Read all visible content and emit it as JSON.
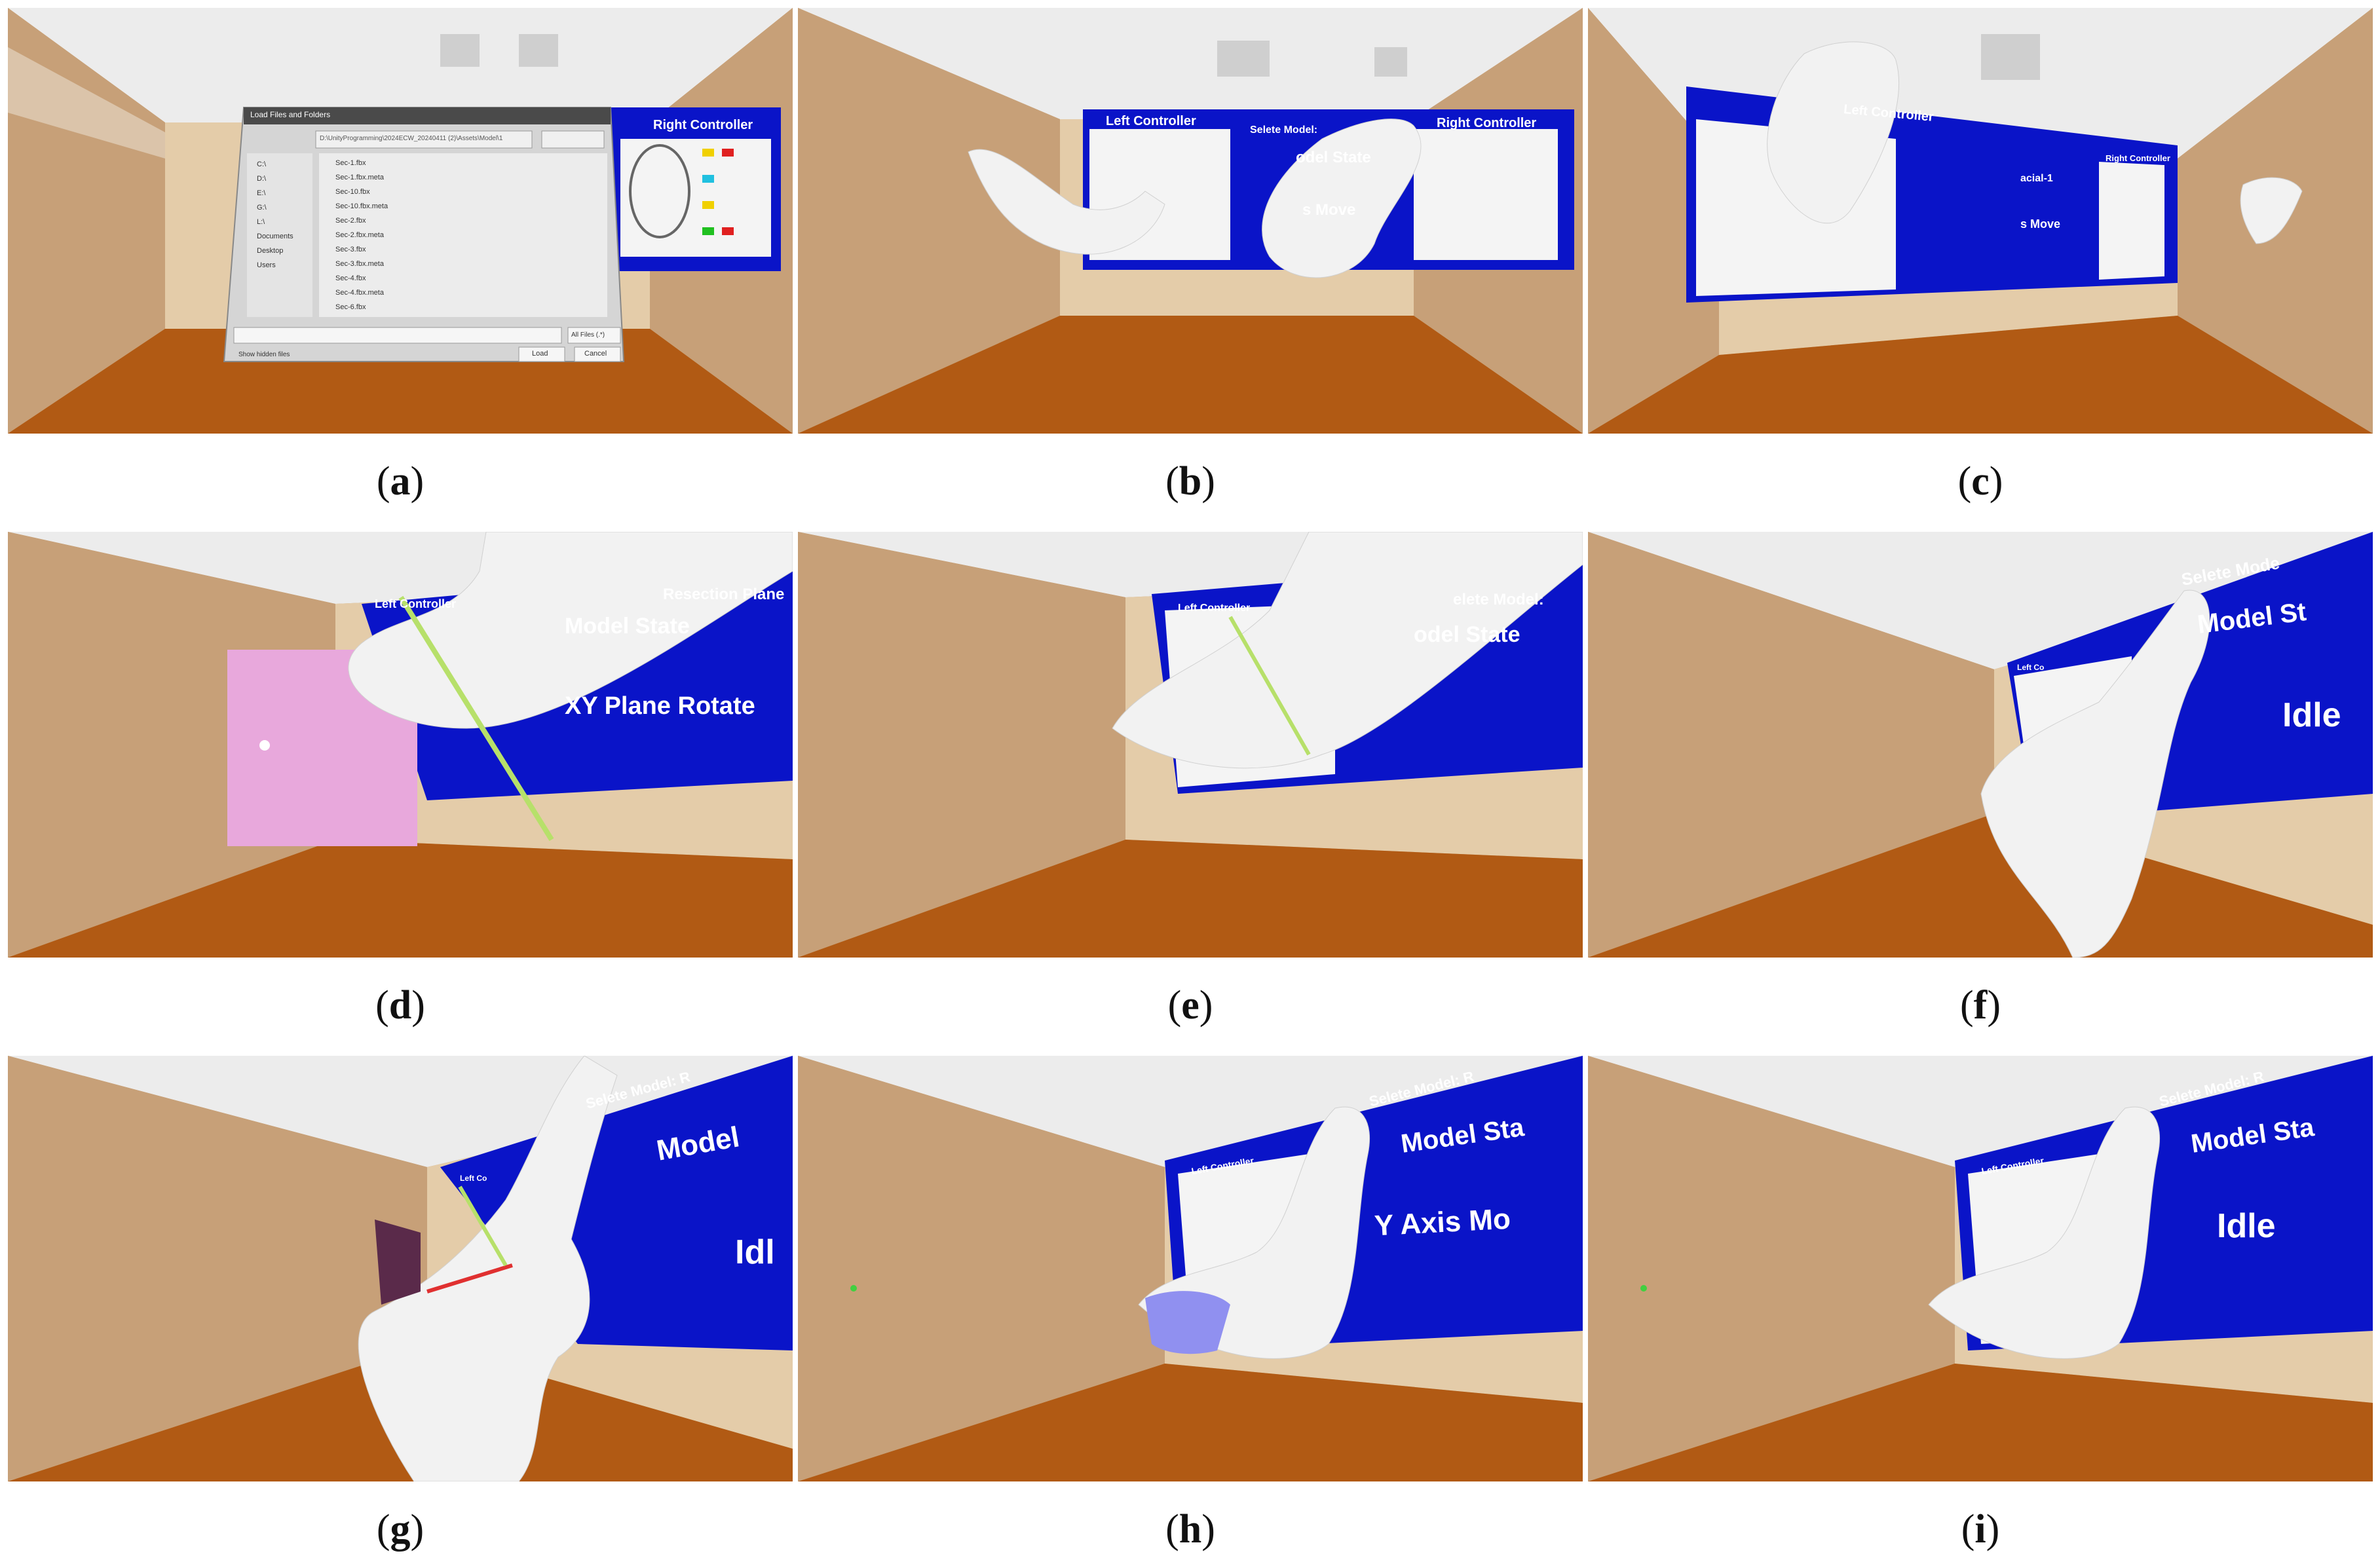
{
  "colors": {
    "ceiling": "#ececec",
    "wall_light": "#d9c2a6",
    "wall_dark": "#a9835c",
    "floor": "#b15a14",
    "board_blue": "#0a14c8",
    "bone": "#f2f2f2",
    "resection_pink": "#e8a8dc",
    "resection_dark": "#5a2a4a",
    "cut_blue": "#9090f0"
  },
  "captions": {
    "a": "a",
    "b": "b",
    "c": "c",
    "d": "d",
    "e": "e",
    "f": "f",
    "g": "g",
    "h": "h",
    "i": "i"
  },
  "panel_a": {
    "dialog_title": "Load Files and Folders",
    "path": "D:\\UnityProgramming\\2024ECW_20240411 (2)\\Assets\\Model\\1",
    "drives": [
      "C:\\",
      "D:\\",
      "E:\\",
      "G:\\",
      "L:\\",
      "Documents",
      "Desktop",
      "Users"
    ],
    "files": [
      "Sec-1.fbx",
      "Sec-1.fbx.meta",
      "Sec-10.fbx",
      "Sec-10.fbx.meta",
      "Sec-2.fbx",
      "Sec-2.fbx.meta",
      "Sec-3.fbx",
      "Sec-3.fbx.meta",
      "Sec-4.fbx",
      "Sec-4.fbx.meta",
      "Sec-6.fbx"
    ],
    "filter": "All Files (.*)",
    "show_hidden": "Show hidden files",
    "load": "Load",
    "cancel": "Cancel",
    "right_board_title": "Right Controller"
  },
  "panel_b": {
    "left_board_title": "Left Controller",
    "mid_line1": "Selete Model:",
    "mid_line2": "odel State",
    "mid_line3": "s Move",
    "right_board_title": "Right Controller"
  },
  "panel_c": {
    "left_board_title": "Left Controller",
    "mid_line1": "acial-1",
    "mid_line3": "s Move",
    "right_board_title": "Right Controller"
  },
  "panel_d": {
    "line1": "Resection Plane",
    "line2": "Model State",
    "line3": "XY Plane Rotate",
    "left_board_title": "Left Controller"
  },
  "panel_e": {
    "line1": "elete Model:",
    "line2": "odel State",
    "left_board_title": "Left Controller"
  },
  "panel_f": {
    "line1": "Selete Mode",
    "line2": "Model St",
    "line3": "Idle",
    "left_board_title": "Left Co"
  },
  "panel_g": {
    "line1": "Selete Model: R",
    "line2": "Model",
    "line3": "Idl",
    "left_board_title": "Left Co"
  },
  "panel_h": {
    "line1": "Selete Model: R",
    "line2": "Model Sta",
    "line3": "Y Axis Mo",
    "left_board_title": "Left Controller"
  },
  "panel_i": {
    "line1": "Selete Model: R",
    "line2": "Model Sta",
    "line3": "Idle",
    "left_board_title": "Left Controller"
  }
}
